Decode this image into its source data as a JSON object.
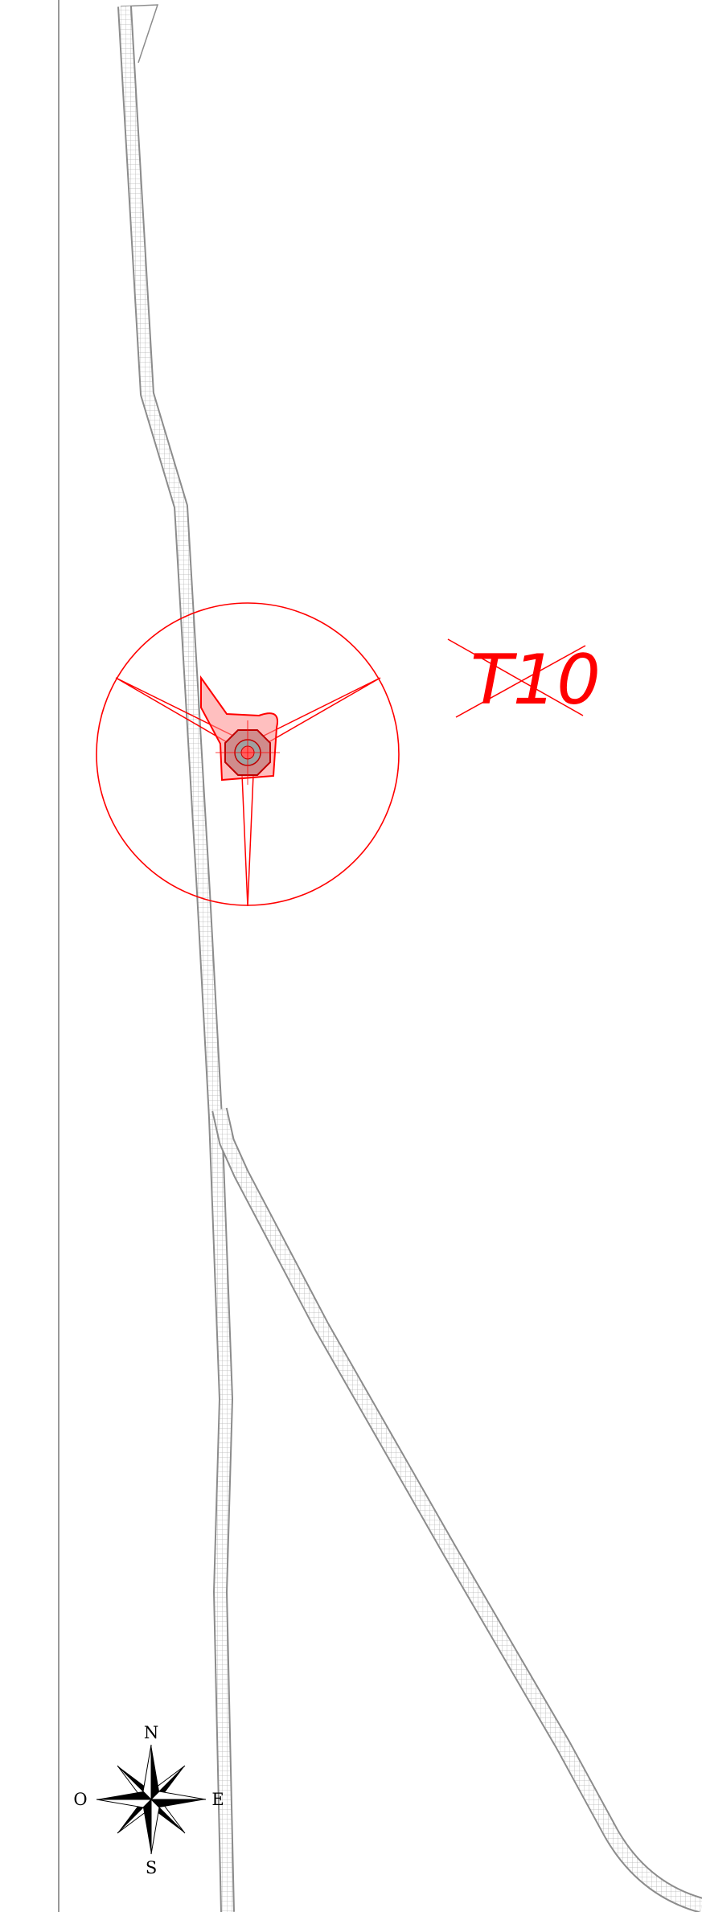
{
  "turbine": {
    "label": "T10",
    "color": "#ff0000",
    "struck_through": true
  },
  "compass": {
    "north": "N",
    "south": "S",
    "east": "E",
    "west": "O"
  },
  "colors": {
    "road": "#8c8c8c",
    "turbine": "#ff0000",
    "frame": "#555555",
    "compass": "#000000"
  }
}
